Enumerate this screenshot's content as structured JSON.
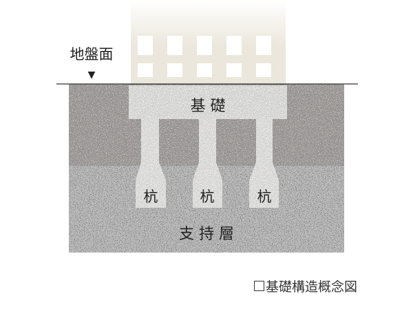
{
  "labels": {
    "ground_surface": "地盤面",
    "ground_marker": "▼",
    "foundation": "基 礎",
    "pile_left": "杭",
    "pile_center": "杭",
    "pile_right": "杭",
    "bearing_layer": "支 持 層",
    "caption": "基礎構造概念図"
  },
  "colors": {
    "upper_soil": "#cac5c1",
    "bearing_layer": "#999695",
    "concrete": "#f7f6f5",
    "building_frame": "#ebe7dc",
    "ground_line": "#333333",
    "text": "#222222"
  }
}
